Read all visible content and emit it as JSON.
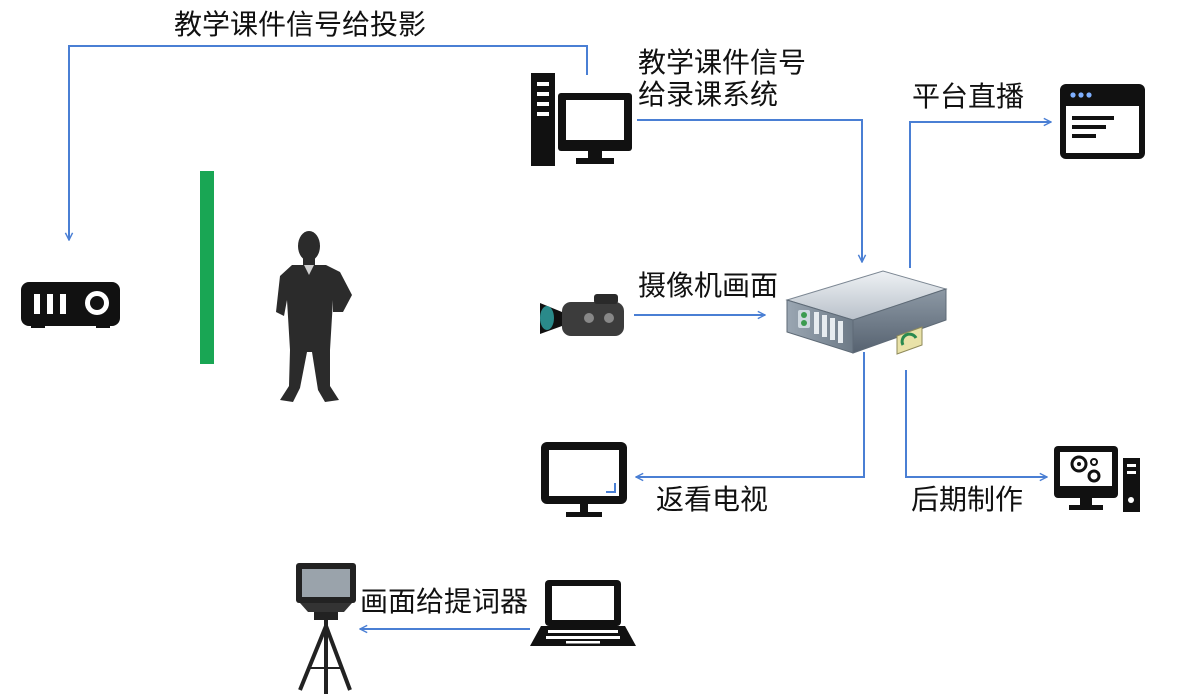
{
  "labels": {
    "projector_signal": "教学课件信号给投影",
    "recording_signal_line1": "教学课件信号",
    "recording_signal_line2": "给录课系统",
    "live_platform": "平台直播",
    "camera_feed": "摄像机画面",
    "playback_tv": "返看电视",
    "post_production": "后期制作",
    "teleprompter_feed": "画面给提词器"
  },
  "icons": {
    "projector": "projector-icon",
    "teacher": "presenter-silhouette-icon",
    "board": "screen-board",
    "desktop_pc": "desktop-computer-icon",
    "camera": "video-camera-icon",
    "server": "recording-server-icon",
    "browser": "browser-window-icon",
    "monitor": "monitor-icon",
    "workstation": "workstation-gears-icon",
    "laptop": "laptop-icon",
    "teleprompter": "teleprompter-icon"
  },
  "colors": {
    "arrow": "#4a7fd4",
    "board": "#19a654",
    "icon": "#111111"
  }
}
